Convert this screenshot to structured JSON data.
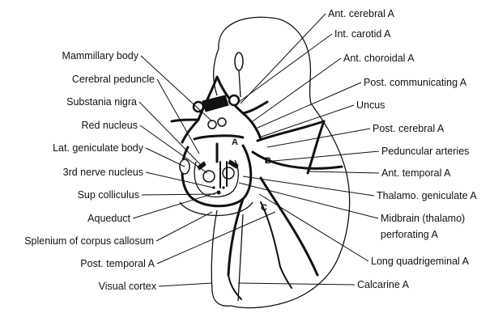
{
  "labels_left": [
    "Mammillary body",
    "Cerebral peduncle",
    "Substania nigra",
    "Red nucleus",
    "Lat. geniculate body",
    "3rd nerve nucleus",
    "Sup colliculus",
    "Aqueduct",
    "Splenium of corpus callosum",
    "Post. temporal A",
    "Visual cortex"
  ],
  "labels_right": [
    "Ant. cerebral A",
    "Int. carotid A",
    "Ant. choroidal A",
    "Post. communicating A",
    "Uncus",
    "Post. cerebral A",
    "Peduncular arteries",
    "Ant. temporal A",
    "Thalamo. geniculate A",
    "Midbrain (thalamo)",
    "perforating A",
    "Long quadrigeminal A",
    "Calcarine A"
  ],
  "segment_letters": [
    "A",
    "B",
    "C"
  ]
}
